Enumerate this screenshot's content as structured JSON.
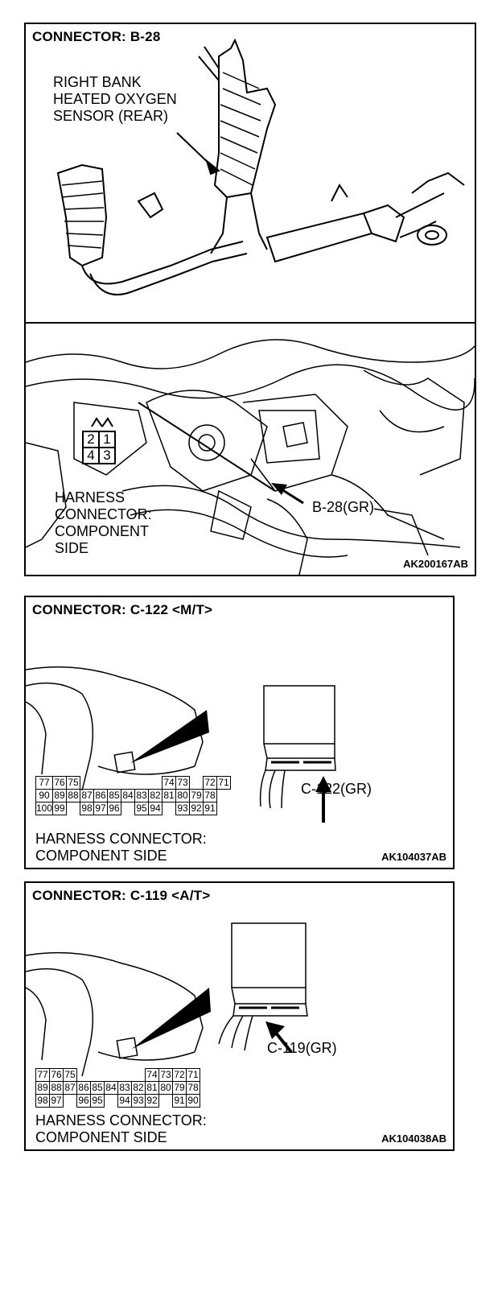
{
  "panel1": {
    "title": "CONNECTOR: B-28",
    "sensor_label": [
      "RIGHT BANK",
      "HEATED OXYGEN",
      "SENSOR (REAR)"
    ],
    "harness_label": [
      "HARNESS",
      "CONNECTOR:",
      "COMPONENT",
      "SIDE"
    ],
    "connector_tag": "B-28(GR)",
    "pins": [
      "2",
      "1",
      "4",
      "3"
    ],
    "code": "AK200167AB"
  },
  "panel2": {
    "title": "CONNECTOR: C-122 <M/T>",
    "connector_tag": "C-122(GR)",
    "harness_label": [
      "HARNESS CONNECTOR:",
      "COMPONENT SIDE"
    ],
    "pin_rows": [
      [
        "77",
        "76",
        "75",
        "",
        "",
        "",
        "",
        "",
        "",
        "74",
        "73",
        "",
        "72",
        "71"
      ],
      [
        "90",
        "89",
        "88",
        "87",
        "86",
        "85",
        "84",
        "83",
        "82",
        "81",
        "80",
        "79",
        "78"
      ],
      [
        "100",
        "99",
        "",
        "98",
        "97",
        "96",
        "",
        "95",
        "94",
        "",
        "93",
        "92",
        "91"
      ]
    ],
    "code": "AK104037AB"
  },
  "panel3": {
    "title": "CONNECTOR: C-119 <A/T>",
    "connector_tag": "C-119(GR)",
    "harness_label": [
      "HARNESS CONNECTOR:",
      "COMPONENT SIDE"
    ],
    "pin_rows": [
      [
        "77",
        "76",
        "75",
        "",
        "",
        "",
        "",
        "",
        "74",
        "73",
        "72",
        "71"
      ],
      [
        "89",
        "88",
        "87",
        "86",
        "85",
        "84",
        "83",
        "82",
        "81",
        "80",
        "79",
        "78"
      ],
      [
        "98",
        "97",
        "",
        "96",
        "95",
        "",
        "94",
        "93",
        "92",
        "",
        "91",
        "90"
      ]
    ],
    "code": "AK104038AB"
  }
}
